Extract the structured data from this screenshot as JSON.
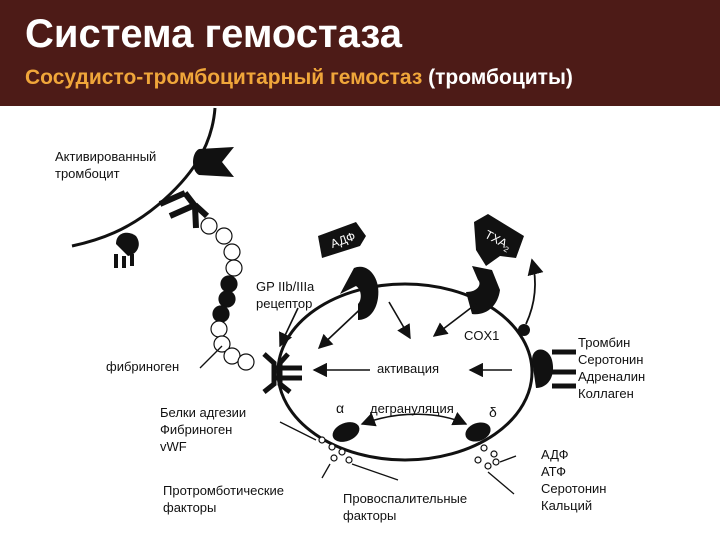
{
  "header": {
    "title": "Система гемостаза",
    "subtitle": "Сосудисто-тромбоцитарный гемостаз",
    "subtitle_note": "(тромбоциты)"
  },
  "colors": {
    "header_bg": "#4d1b17",
    "title": "#ffffff",
    "subtitle": "#f0a63a",
    "shapes": "#111111"
  },
  "labels": {
    "activated_platelet": [
      "Активированный",
      "тромбоцит"
    ],
    "gp_receptor": [
      "GP IIb/IIIa",
      "рецептор"
    ],
    "fibrinogen": "фибриноген",
    "adhesion_proteins": [
      "Белки адгезии",
      "Фибриноген",
      "vWF"
    ],
    "prothrombotic": [
      "Протромботические",
      "факторы"
    ],
    "proinflammatory": [
      "Провоспалительные",
      "факторы"
    ],
    "activation": "активация",
    "degranulation": "дегрануляция",
    "alpha": "α",
    "delta": "δ",
    "cox1": "COX1",
    "adp_tag": "АДФ",
    "txa_tag": "ТХА",
    "txa_sub": "2",
    "agonists": [
      "Тромбин",
      "Серотонин",
      "Адреналин",
      "Коллаген"
    ],
    "dense_granule_contents": [
      "АДФ",
      "АТФ",
      "Серотонин",
      "Кальций"
    ]
  }
}
